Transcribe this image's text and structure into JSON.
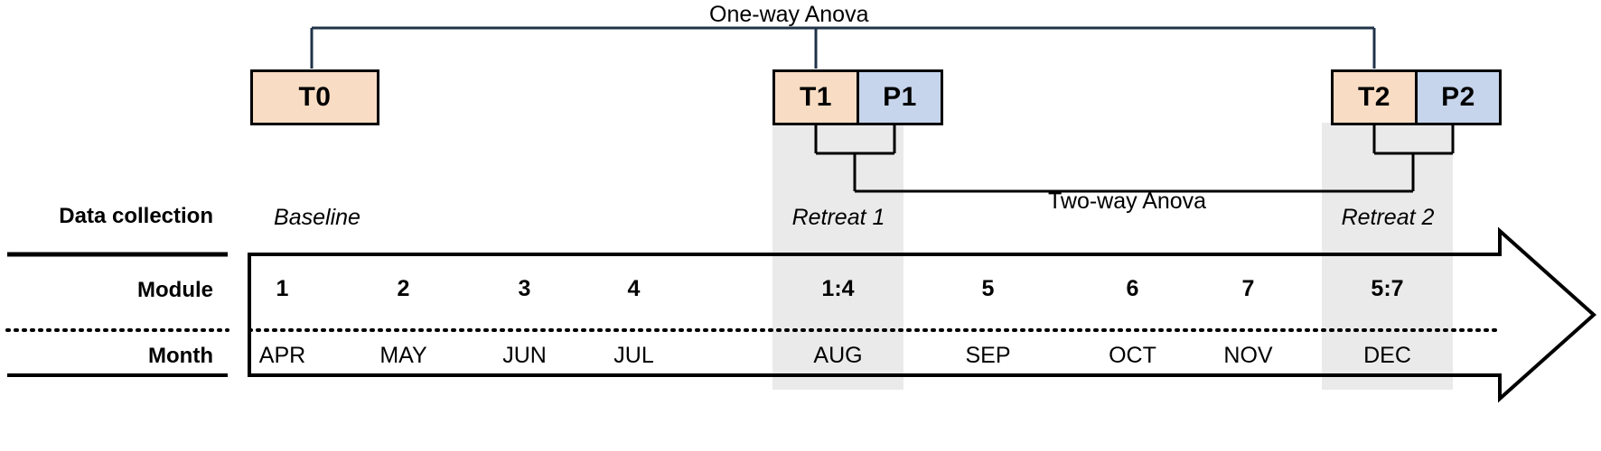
{
  "diagram": {
    "title_annotations": {
      "one_way": "One-way Anova",
      "two_way": "Two-way Anova"
    },
    "timepoints": [
      {
        "id": "T0",
        "label": "T0",
        "type": "test",
        "color": "#F8DCC3"
      },
      {
        "id": "T1",
        "label": "T1",
        "type": "test",
        "color": "#F8DCC3"
      },
      {
        "id": "P1",
        "label": "P1",
        "type": "post",
        "color": "#C6D5EC"
      },
      {
        "id": "T2",
        "label": "T2",
        "type": "test",
        "color": "#F8DCC3"
      },
      {
        "id": "P2",
        "label": "P2",
        "type": "post",
        "color": "#C6D5EC"
      }
    ],
    "row_labels": {
      "data_collection": "Data collection",
      "module": "Module",
      "month": "Month"
    },
    "data_collection": [
      {
        "label": "Baseline",
        "column": 1
      },
      {
        "label": "Retreat 1",
        "column": 5
      },
      {
        "label": "Retreat 2",
        "column": 9
      }
    ],
    "columns": [
      {
        "module": "1",
        "month": "APR",
        "highlight": false
      },
      {
        "module": "2",
        "month": "MAY",
        "highlight": false
      },
      {
        "module": "3",
        "month": "JUN",
        "highlight": false
      },
      {
        "module": "4",
        "month": "JUL",
        "highlight": false
      },
      {
        "module": "1:4",
        "month": "AUG",
        "highlight": true
      },
      {
        "module": "5",
        "month": "SEP",
        "highlight": false
      },
      {
        "module": "6",
        "month": "OCT",
        "highlight": false
      },
      {
        "module": "7",
        "month": "NOV",
        "highlight": false
      },
      {
        "module": "5:7",
        "month": "DEC",
        "highlight": true
      }
    ],
    "colors": {
      "test_fill": "#F8DCC3",
      "post_fill": "#C6D5EC",
      "highlight_band": "#EAEAEA",
      "stroke": "#000000"
    }
  }
}
